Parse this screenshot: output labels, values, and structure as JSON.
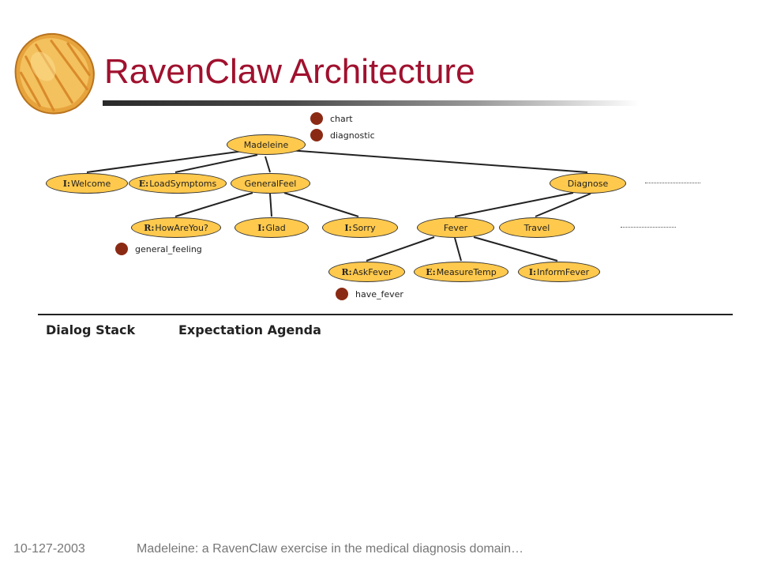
{
  "slide": {
    "title": "RavenClaw Architecture",
    "footer_date": "10-127-2003",
    "footer_text": "Madeleine: a RavenClaw exercise in the medical diagnosis domain…"
  },
  "concepts": {
    "chart": "chart",
    "diagnostic": "diagnostic",
    "general_feeling": "general_feeling",
    "have_fever": "have_fever"
  },
  "nodes": {
    "madeleine": {
      "prefix": "",
      "label": "Madeleine"
    },
    "welcome": {
      "prefix": "I:",
      "label": "Welcome"
    },
    "load_symptoms": {
      "prefix": "E:",
      "label": "LoadSymptoms"
    },
    "general_feel": {
      "prefix": "",
      "label": "GeneralFeel"
    },
    "diagnose": {
      "prefix": "",
      "label": "Diagnose"
    },
    "how_are_you": {
      "prefix": "R:",
      "label": "HowAreYou?"
    },
    "glad": {
      "prefix": "I:",
      "label": "Glad"
    },
    "sorry": {
      "prefix": "I:",
      "label": "Sorry"
    },
    "fever": {
      "prefix": "",
      "label": "Fever"
    },
    "travel": {
      "prefix": "",
      "label": "Travel"
    },
    "ask_fever": {
      "prefix": "R:",
      "label": "AskFever"
    },
    "measure_temp": {
      "prefix": "E:",
      "label": "MeasureTemp"
    },
    "inform_fever": {
      "prefix": "I:",
      "label": "InformFever"
    }
  },
  "panels": {
    "dialog_stack": "Dialog Stack",
    "expectation_agenda": "Expectation Agenda"
  },
  "colors": {
    "title": "#a0112e",
    "node_fill": "#ffc94d",
    "concept_dot": "#8b2a14"
  }
}
